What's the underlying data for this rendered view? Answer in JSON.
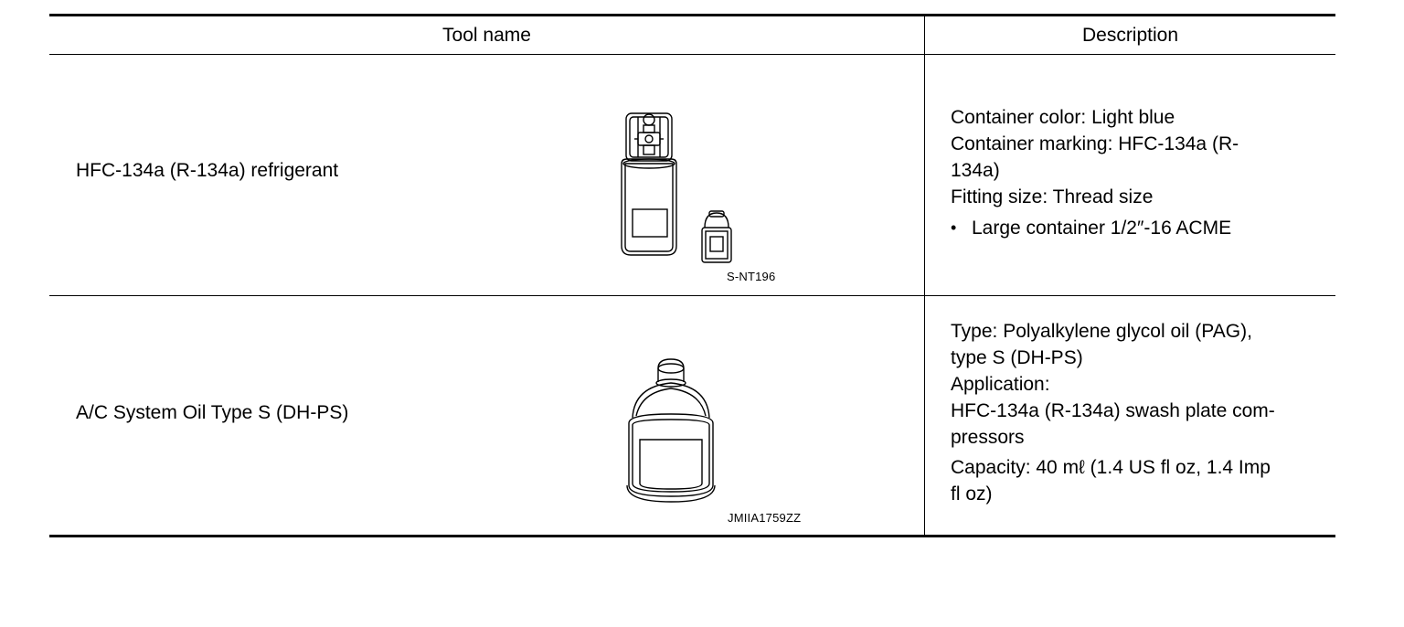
{
  "table": {
    "headers": {
      "tool_name": "Tool name",
      "description": "Description"
    },
    "rows": [
      {
        "tool_name": "HFC-134a (R-134a) refrigerant",
        "image_code": "S-NT196",
        "description": {
          "line1": "Container color: Light blue",
          "line2": "Container marking: HFC-134a (R-",
          "line3": "134a)",
          "line4": "Fitting size: Thread size",
          "bullet": "Large container 1/2″-16 ACME"
        }
      },
      {
        "tool_name": "A/C System Oil Type S (DH-PS)",
        "image_code": "JMIIA1759ZZ",
        "description": {
          "line1": "Type: Polyalkylene glycol oil (PAG),",
          "line2": "type S (DH-PS)",
          "line3": "Application:",
          "line4": "HFC-134a (R-134a) swash plate com-",
          "line5": "pressors",
          "line6": "Capacity: 40 mℓ (1.4 US fl oz, 1.4 Imp",
          "line7": "fl oz)"
        }
      }
    ]
  }
}
